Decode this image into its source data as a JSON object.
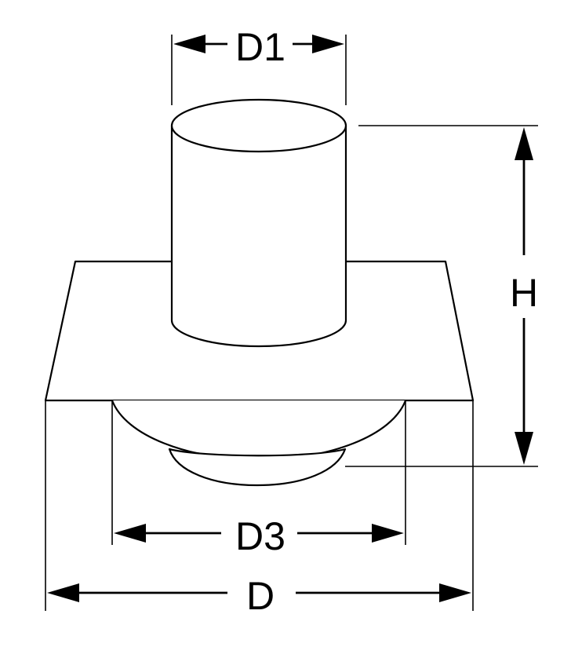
{
  "labels": {
    "d1": "D1",
    "h": "H",
    "d3": "D3",
    "d": "D"
  }
}
